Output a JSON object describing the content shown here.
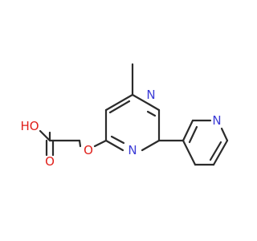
{
  "molecule": {
    "colors": {
      "bond": "#2b2b2b",
      "nitrogen": "#3b3bd6",
      "oxygen": "#e0201b"
    },
    "atoms": {
      "n_ring_top": "N",
      "n_ring_bottom": "N",
      "n_pyridine": "N",
      "o_ether": "O",
      "o_carbonyl": "O",
      "oh_group": "HO"
    }
  }
}
